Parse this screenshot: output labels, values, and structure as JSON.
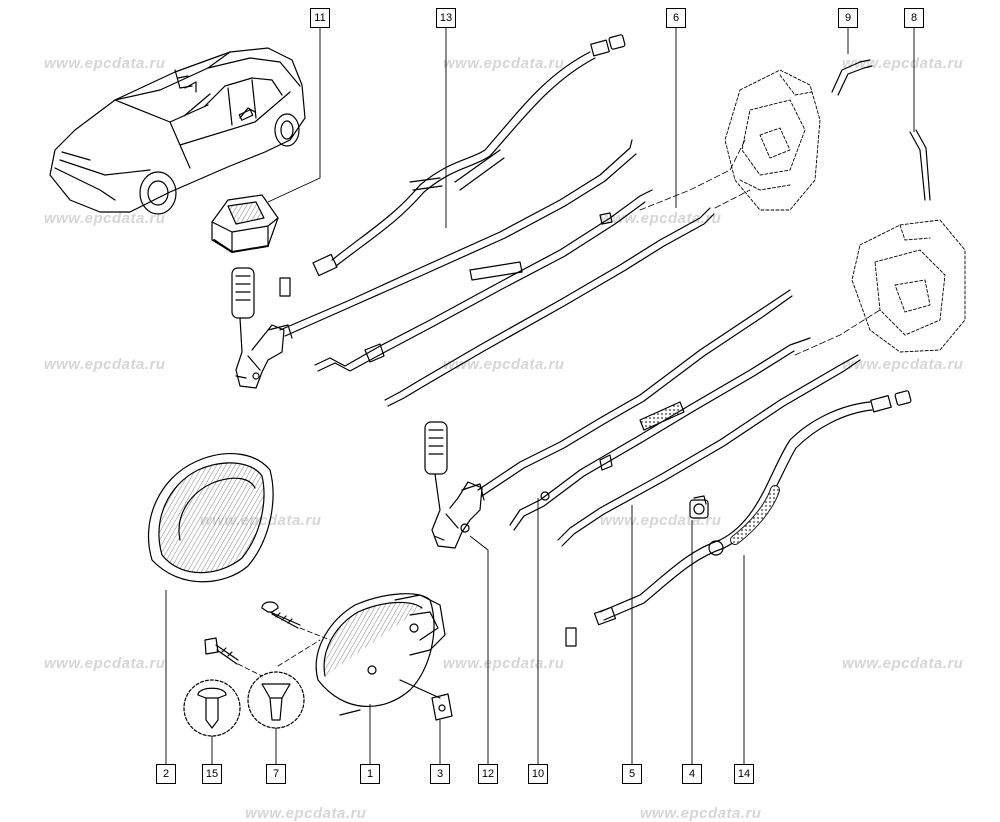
{
  "watermark": {
    "text": "www.epcdata.ru"
  },
  "callouts": [
    {
      "id": "c11",
      "label": "11"
    },
    {
      "id": "c13",
      "label": "13"
    },
    {
      "id": "c6",
      "label": "6"
    },
    {
      "id": "c9",
      "label": "9"
    },
    {
      "id": "c8",
      "label": "8"
    },
    {
      "id": "c2",
      "label": "2"
    },
    {
      "id": "c15",
      "label": "15"
    },
    {
      "id": "c7",
      "label": "7"
    },
    {
      "id": "c1",
      "label": "1"
    },
    {
      "id": "c3",
      "label": "3"
    },
    {
      "id": "c12",
      "label": "12"
    },
    {
      "id": "c10",
      "label": "10"
    },
    {
      "id": "c5",
      "label": "5"
    },
    {
      "id": "c4",
      "label": "4"
    },
    {
      "id": "c14",
      "label": "14"
    }
  ],
  "colors": {
    "line": "#000000",
    "watermark": "#d6d6d6",
    "hatch": "#666666"
  }
}
